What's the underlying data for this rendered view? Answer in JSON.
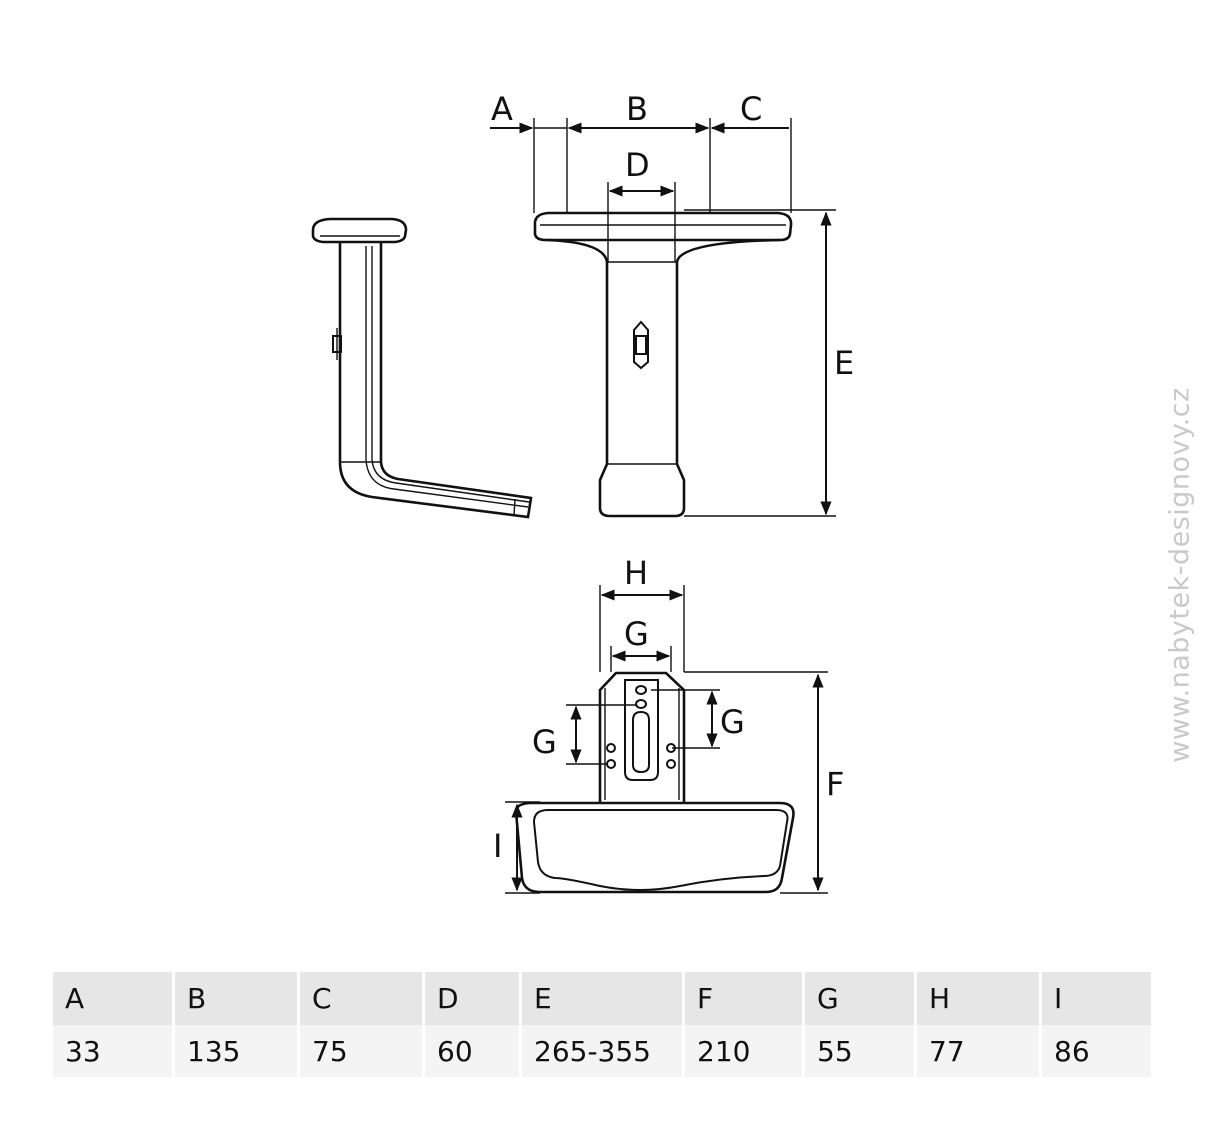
{
  "watermark": "www.nabytek-designovy.cz",
  "labels": {
    "A": "A",
    "B": "B",
    "C": "C",
    "D": "D",
    "E": "E",
    "F": "F",
    "G": "G",
    "H": "H",
    "I": "I"
  },
  "table": {
    "headers": [
      "A",
      "B",
      "C",
      "D",
      "E",
      "F",
      "G",
      "H",
      "I"
    ],
    "values": [
      "33",
      "135",
      "75",
      "60",
      "265-355",
      "210",
      "55",
      "77",
      "86"
    ]
  }
}
